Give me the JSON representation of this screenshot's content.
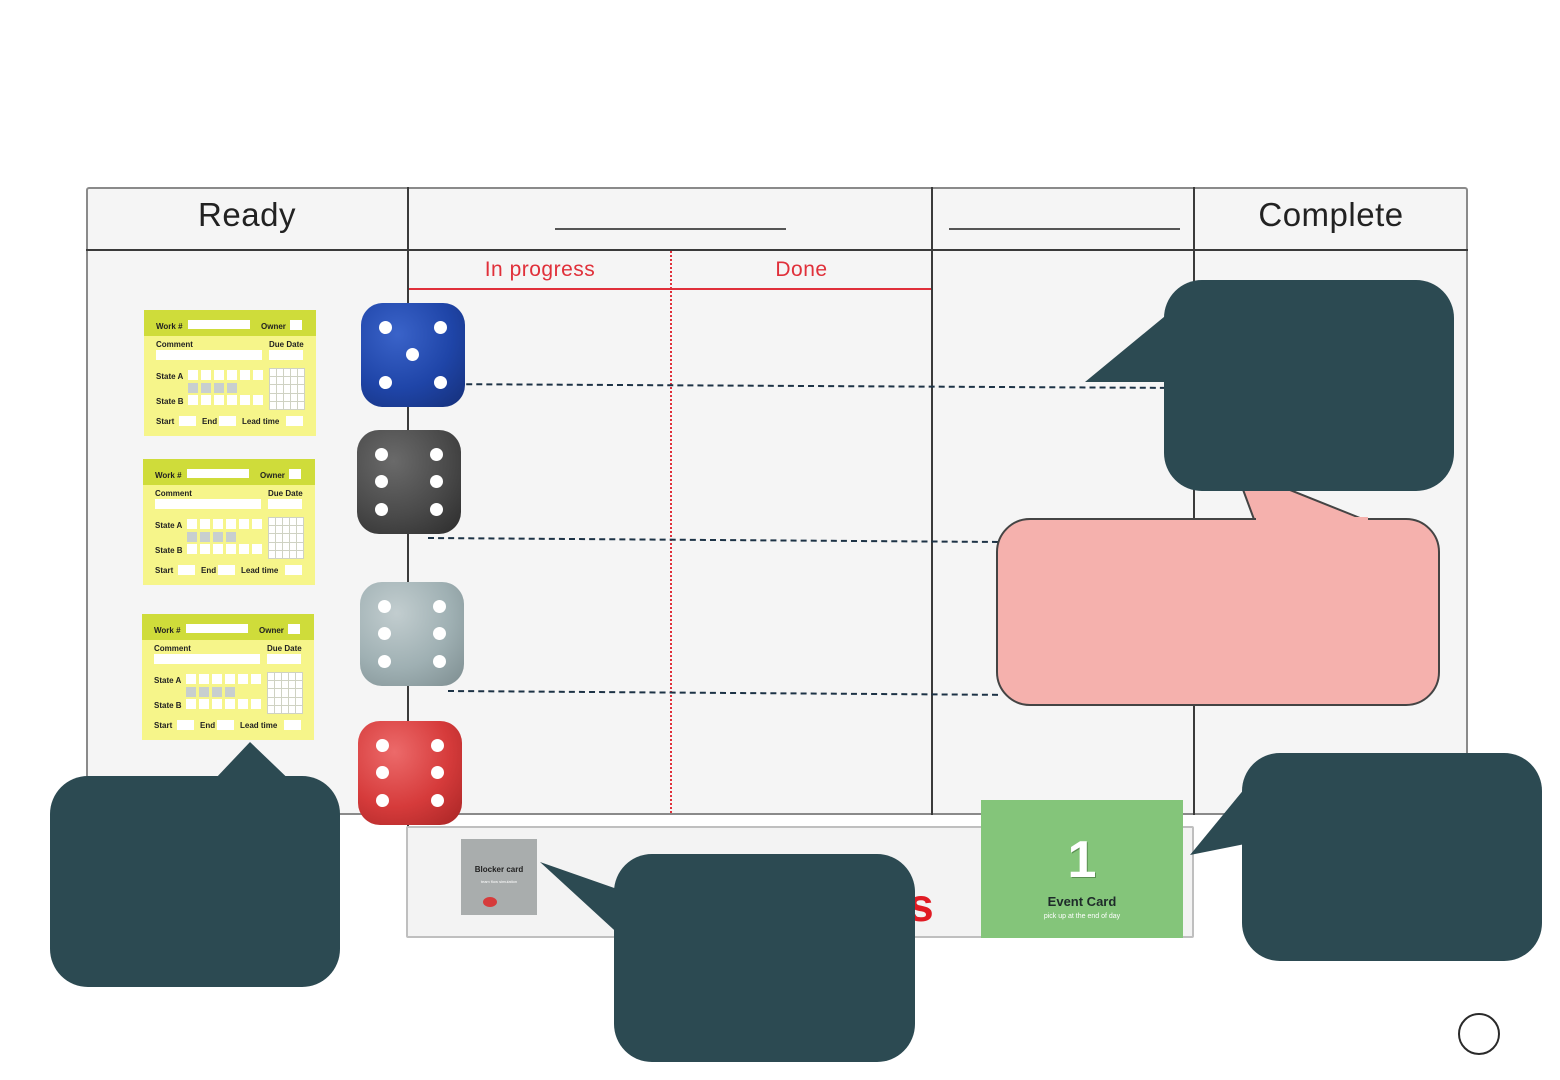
{
  "board": {
    "columns": [
      "Ready",
      "",
      "",
      "Complete"
    ],
    "sub_columns": [
      "In progress",
      "Done"
    ]
  },
  "work_cards": [
    {
      "work": "Work #",
      "owner": "Owner",
      "comment": "Comment",
      "due": "Due Date",
      "state_a": "State A",
      "state_b": "State B",
      "start": "Start",
      "end": "End",
      "lead": "Lead time"
    },
    {
      "work": "Work #",
      "owner": "Owner",
      "comment": "Comment",
      "due": "Due Date",
      "state_a": "State A",
      "state_b": "State B",
      "start": "Start",
      "end": "End",
      "lead": "Lead time"
    },
    {
      "work": "Work #",
      "owner": "Owner",
      "comment": "Comment",
      "due": "Due Date",
      "state_a": "State A",
      "state_b": "State B",
      "start": "Start",
      "end": "End",
      "lead": "Lead time"
    }
  ],
  "dice": [
    {
      "color": "#1f45a8",
      "name": "blue"
    },
    {
      "color": "#4a4a4a",
      "name": "dark-grey"
    },
    {
      "color": "#9fb0b3",
      "name": "light-grey"
    },
    {
      "color": "#d63b3b",
      "name": "red"
    }
  ],
  "tray": {
    "blocker_title": "Blocker card",
    "blocker_sub": "team flow simulation",
    "partial_word": "ds",
    "event_number": "1",
    "event_title": "Event Card",
    "event_sub": "pick up at the end of day"
  },
  "colors": {
    "bubble": "#2c4a52",
    "pink_bubble": "#f5b1ad",
    "accent_red": "#e0303a",
    "event_green": "#84c57a"
  }
}
